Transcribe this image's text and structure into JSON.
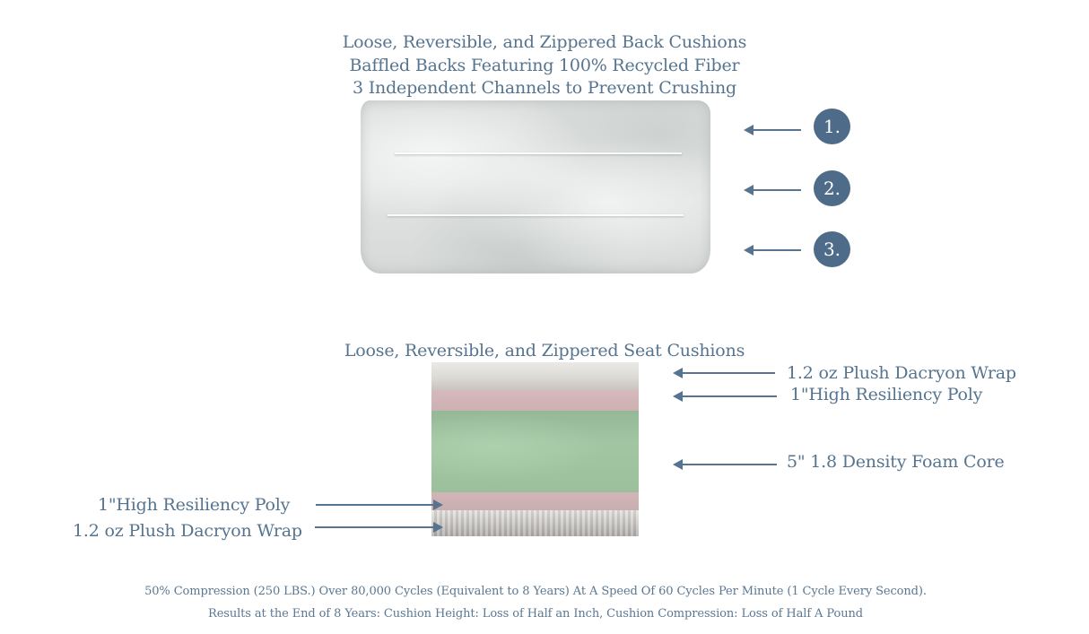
{
  "back_section": {
    "title_lines": [
      "Loose, Reversible, and Zippered Back Cushions",
      "Baffled Backs Featuring 100% Recycled Fiber",
      "3 Independent Channels to Prevent Crushing"
    ],
    "channels": [
      {
        "label": "1."
      },
      {
        "label": "2."
      },
      {
        "label": "3."
      }
    ]
  },
  "seat_section": {
    "title": "Loose, Reversible, and Zippered Seat Cushions",
    "right_labels": [
      "1.2 oz Plush Dacryon Wrap",
      "1\"High Resiliency Poly",
      "5\" 1.8 Density Foam Core"
    ],
    "left_labels": [
      "1\"High Resiliency Poly",
      "1.2 oz Plush Dacryon Wrap"
    ]
  },
  "footer": {
    "line1": "50% Compression (250 LBS.) Over 80,000 Cycles (Equivalent to 8 Years) At A Speed Of 60 Cycles Per Minute (1 Cycle Every Second).",
    "line2": "Results at the End of 8 Years: Cushion Height: Loss of Half an Inch, Cushion Compression: Loss of Half A Pound"
  },
  "colors": {
    "text": "#56748f",
    "badge": "#4e6c89",
    "foam": "#9dc09c",
    "poly": "#d2b5b7",
    "wrap": "#dcdad5"
  }
}
